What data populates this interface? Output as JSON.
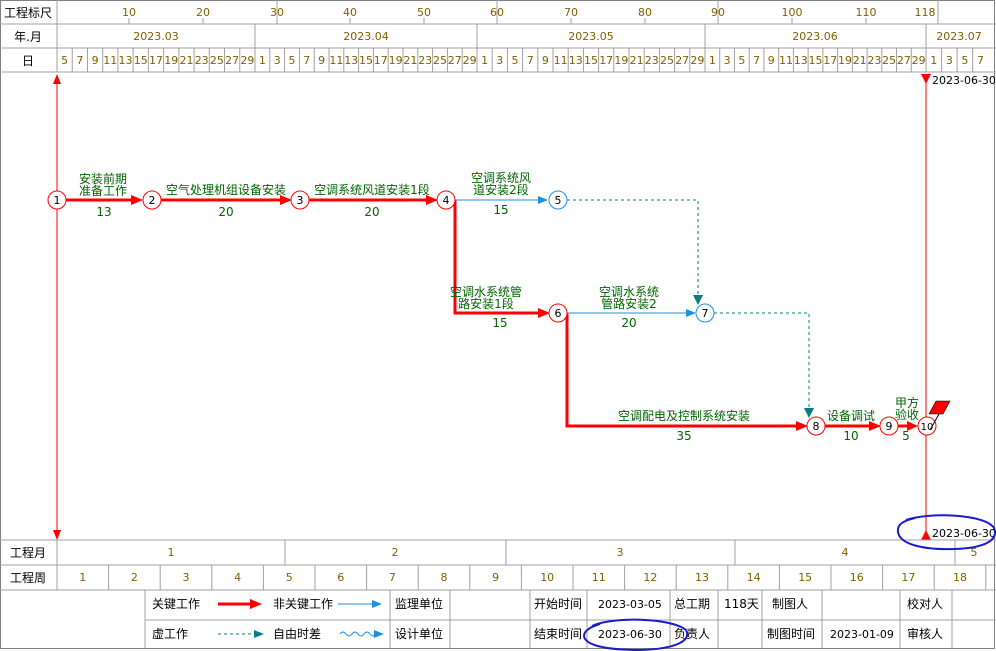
{
  "header": {
    "ruler_label": "工程标尺",
    "ruler_ticks": [
      "10",
      "20",
      "30",
      "40",
      "50",
      "60",
      "70",
      "80",
      "90",
      "100",
      "110",
      "118"
    ],
    "month_label": "年.月",
    "months": [
      "2023.03",
      "2023.04",
      "2023.05",
      "2023.06",
      "2023.07"
    ],
    "day_label": "日",
    "days_mar": [
      "5",
      "7",
      "9",
      "11",
      "13",
      "15",
      "17",
      "19",
      "21",
      "23",
      "25",
      "27",
      "29"
    ],
    "days_apr": [
      "1",
      "3",
      "5",
      "7",
      "9",
      "11",
      "13",
      "15",
      "17",
      "19",
      "21",
      "23",
      "25",
      "27",
      "29"
    ],
    "days_may": [
      "1",
      "3",
      "5",
      "7",
      "9",
      "11",
      "13",
      "15",
      "17",
      "19",
      "21",
      "23",
      "25",
      "27",
      "29"
    ],
    "days_jun": [
      "1",
      "3",
      "5",
      "7",
      "9",
      "11",
      "13",
      "15",
      "17",
      "19",
      "21",
      "23",
      "25",
      "27",
      "29"
    ],
    "days_jul": [
      "1",
      "3",
      "5",
      "7"
    ]
  },
  "network": {
    "nodes": [
      "1",
      "2",
      "3",
      "4",
      "5",
      "6",
      "7",
      "8",
      "9",
      "10"
    ],
    "activities": [
      {
        "label1": "安装前期",
        "label2": "准备工作",
        "duration": "13"
      },
      {
        "label1": "空气处理机组设备安装",
        "label2": "",
        "duration": "20"
      },
      {
        "label1": "空调系统风道安装1段",
        "label2": "",
        "duration": "20"
      },
      {
        "label1": "空调系统风",
        "label2": "道安装2段",
        "duration": "15"
      },
      {
        "label1": "空调水系统管",
        "label2": "路安装1段",
        "duration": "15"
      },
      {
        "label1": "空调水系统",
        "label2": "管路安装2",
        "duration": "20"
      },
      {
        "label1": "空调配电及控制系统安装",
        "label2": "",
        "duration": "35"
      },
      {
        "label1": "设备调试",
        "label2": "",
        "duration": "10"
      },
      {
        "label1": "甲方",
        "label2": "验收",
        "duration": "5"
      }
    ],
    "end_date_top": "2023-06-30",
    "end_date_bottom": "2023-06-30"
  },
  "footer": {
    "month_row_label": "工程月",
    "month_nums": [
      "1",
      "2",
      "3",
      "4",
      "5"
    ],
    "week_row_label": "工程周",
    "week_nums": [
      "1",
      "2",
      "3",
      "4",
      "5",
      "6",
      "7",
      "8",
      "9",
      "10",
      "11",
      "12",
      "13",
      "14",
      "15",
      "16",
      "17",
      "18"
    ]
  },
  "legend": {
    "critical": "关键工作",
    "noncritical": "非关键工作",
    "dummy": "虚工作",
    "free_float": "自由时差",
    "supervisor": "监理单位",
    "designer": "设计单位",
    "start_label": "开始时间",
    "start_value": "2023-03-05",
    "end_label": "结束时间",
    "end_value": "2023-06-30",
    "total_label": "总工期",
    "total_value": "118天",
    "owner_label": "负责人",
    "drafter_label": "制图人",
    "draw_date_label": "制图时间",
    "draw_date_value": "2023-01-09",
    "checker_label": "校对人",
    "reviewer_label": "审核人"
  },
  "colors": {
    "critical": "#ff0000",
    "noncritical": "#1e8fe0",
    "dummy": "#008080",
    "label": "#006400",
    "header_text": "#806000",
    "grid": "#a0a0a0",
    "annotation": "#1a1ad0"
  }
}
